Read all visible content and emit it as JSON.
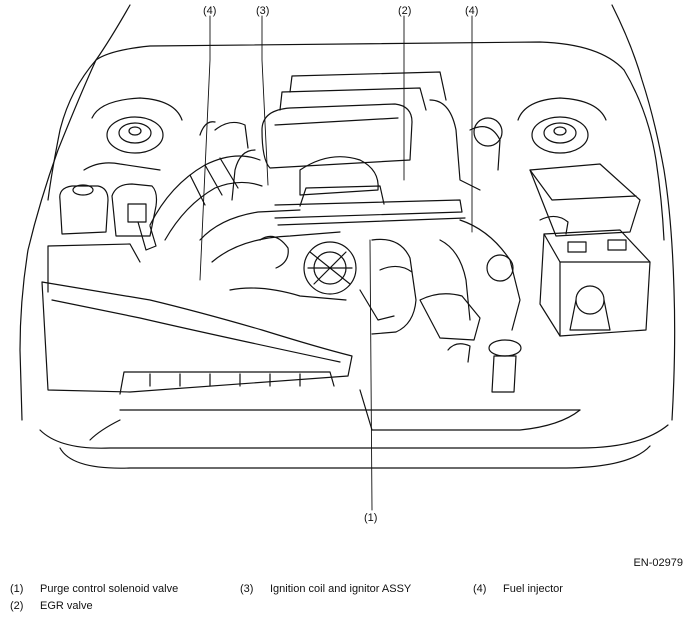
{
  "callouts": {
    "c4_left": "(4)",
    "c3": "(3)",
    "c2": "(2)",
    "c4_right": "(4)",
    "c1": "(1)"
  },
  "figure_code": "EN-02979",
  "legend": [
    {
      "num": "(1)",
      "text": "Purge control solenoid valve"
    },
    {
      "num": "(2)",
      "text": "EGR valve"
    },
    {
      "num": "(3)",
      "text": "Ignition coil and ignitor ASSY"
    },
    {
      "num": "(4)",
      "text": "Fuel injector"
    }
  ]
}
